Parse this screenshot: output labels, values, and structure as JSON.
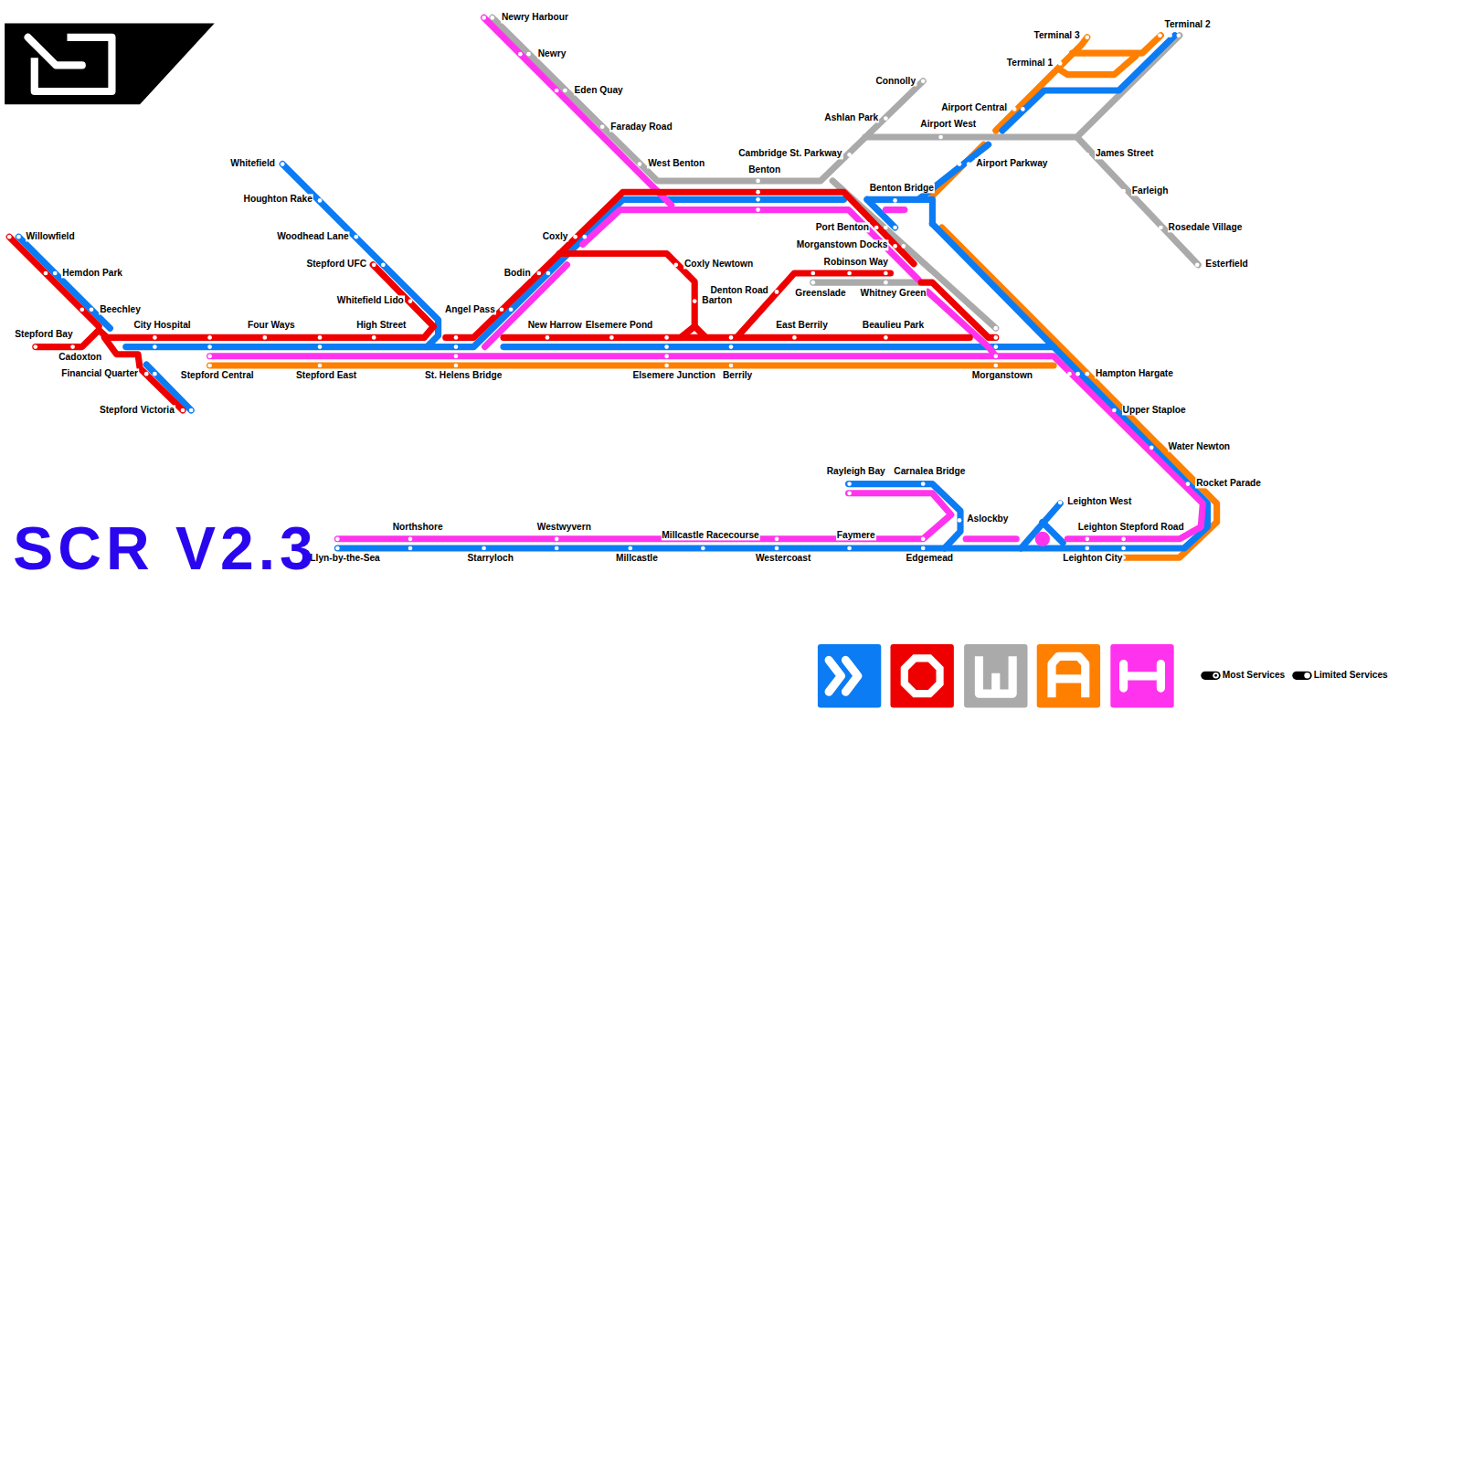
{
  "diagram": {
    "title": "SCR V2.3",
    "labels": [
      "Newry Harbour",
      "Newry",
      "Eden Quay",
      "Faraday Road",
      "West Benton",
      "Connolly",
      "Ashlan Park",
      "Cambridge St. Parkway",
      "Benton",
      "Airport West",
      "Terminal 3",
      "Terminal 2",
      "Terminal 1",
      "Airport Central",
      "James Street",
      "Airport Parkway",
      "Farleigh",
      "Rosedale Village",
      "Esterfield",
      "Benton Bridge",
      "Port Benton",
      "Morganstown Docks",
      "Robinson Way",
      "Greenslade",
      "Whitney Green",
      "Denton Road",
      "Barton",
      "Coxly Newtown",
      "Coxly",
      "Bodin",
      "Angel Pass",
      "Whitefield",
      "Houghton Rake",
      "Woodhead Lane",
      "Stepford UFC",
      "Whitefield Lido",
      "Willowfield",
      "Hemdon Park",
      "Beechley",
      "Stepford Bay",
      "Cadoxton",
      "Financial Quarter",
      "Stepford Victoria",
      "City Hospital",
      "Four Ways",
      "High Street",
      "New Harrow",
      "Elsemere Pond",
      "East Berrily",
      "Beaulieu Park",
      "Stepford Central",
      "Stepford East",
      "St. Helens Bridge",
      "Elsemere Junction",
      "Berrily",
      "Morganstown",
      "Hampton Hargate",
      "Upper Staploe",
      "Water Newton",
      "Rocket Parade",
      "Rayleigh Bay",
      "Carnalea Bridge",
      "Aslockby",
      "Leighton West",
      "Northshore",
      "Westwyvern",
      "Millcastle Racecourse",
      "Faymere",
      "Leighton Stepford Road",
      "Llyn-by-the-Sea",
      "Starryloch",
      "Millcastle",
      "Westercoast",
      "Edgemead",
      "Leighton City"
    ],
    "legend": [
      {
        "text": "Most Services"
      },
      {
        "text": "Limited Services"
      }
    ]
  }
}
